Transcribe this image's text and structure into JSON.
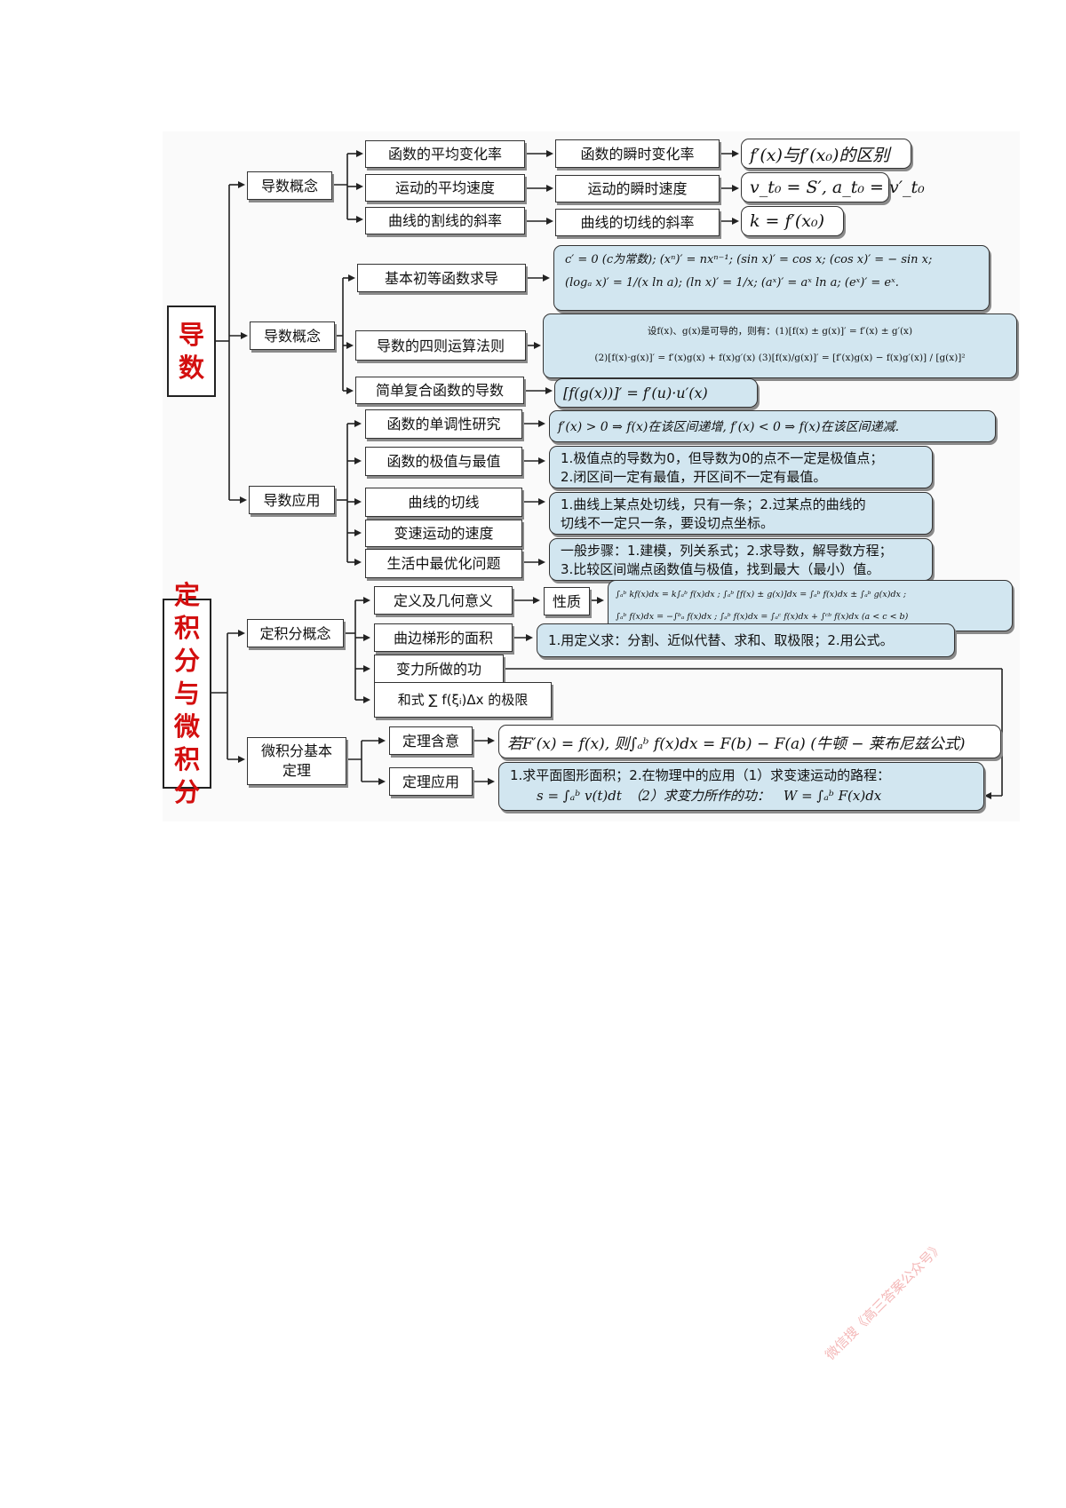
{
  "root_derivative": "导 数",
  "root_integral": "定积分与微积分",
  "branch": {
    "concept1": "导数概念",
    "concept2": "导数概念",
    "application": "导数应用",
    "integral_concept": "定积分概念",
    "fundamental_theorem": "微积分基本定理"
  },
  "leaf": {
    "avg_rate": "函数的平均变化率",
    "avg_speed": "运动的平均速度",
    "secant_slope": "曲线的割线的斜率",
    "inst_rate": "函数的瞬时变化率",
    "inst_speed": "运动的瞬时速度",
    "tangent_slope": "曲线的切线的斜率",
    "basic_derivs": "基本初等函数求导",
    "four_rules": "导数的四则运算法则",
    "composite": "简单复合函数的导数",
    "monotonic": "函数的单调性研究",
    "extrema": "函数的极值与最值",
    "tangent_line": "曲线的切线",
    "variable_speed": "变速运动的速度",
    "optimization": "生活中最优化问题",
    "definition": "定义及几何意义",
    "property": "性质",
    "trapezoid_area": "曲边梯形的面积",
    "variable_force": "变力所做的功",
    "riemann_sum": "和式 ∑ f(ξᵢ)Δx 的极限",
    "theorem_meaning": "定理含意",
    "theorem_application": "定理应用"
  },
  "formula": {
    "distinction": "f′(x)与f′(x₀)的区别",
    "velocity": "v_t₀ = S′, a_t₀ = v′_t₀",
    "slope": "k = f′(x₀)",
    "basic_line1": "c′ = 0 (c为常数); (xⁿ)′ = nxⁿ⁻¹; (sin x)′ = cos x; (cos x)′ = − sin x;",
    "basic_line2": "(logₐ x)′ = 1/(x ln a); (ln x)′ = 1/x; (aˣ)′ = aˣ ln a; (eˣ)′ = eˣ.",
    "rules_line1": "设f(x)、g(x)是可导的，则有：(1)[f(x) ± g(x)]′ = f′(x) ± g′(x)",
    "rules_line2": "(2)[f(x)·g(x)]′ = f′(x)g(x) + f(x)g′(x)  (3)[f(x)/g(x)]′ = [f′(x)g(x) − f(x)g′(x)] / [g(x)]²",
    "chain": "[f(g(x))]′ = f′(u)·u′(x)",
    "monotonic": "f′(x) > 0 ⇒ f(x)在该区间递增, f′(x) < 0 ⇒ f(x)在该区间递减.",
    "integral_prop1": "∫ₐᵇ kf(x)dx = k∫ₐᵇ f(x)dx ; ∫ₐᵇ [f(x) ± g(x)]dx = ∫ₐᵇ f(x)dx ± ∫ₐᵇ g(x)dx ;",
    "integral_prop2": "∫ₐᵇ f(x)dx = −∫ᵇₐ f(x)dx ; ∫ₐᵇ f(x)dx = ∫ₐᶜ f(x)dx + ∫ᶜᵇ f(x)dx (a < c < b)",
    "newton_leibniz": "若F′(x) = f(x), 则∫ₐᵇ f(x)dx = F(b) − F(a) (牛顿 − 莱布尼兹公式)"
  },
  "note": {
    "extrema_1": "1.极值点的导数为0，但导数为0的点不一定是极值点；",
    "extrema_2": "2.闭区间一定有最值，开区间不一定有最值。",
    "tangent_1": "1.曲线上某点处切线，只有一条；2.过某点的曲线的",
    "tangent_2": "切线不一定只一条，要设切点坐标。",
    "optim_1": "一般步骤：1.建模，列关系式；2.求导数，解导数方程；",
    "optim_2": "3.比较区间端点函数值与极值，找到最大（最小）值。",
    "area": "1.用定义求：分割、近似代替、求和、取极限；2.用公式。",
    "theorem_1": "1.求平面图形面积；2.在物理中的应用（1）求变速运动的路程：",
    "theorem_2": "s = ∫ₐᵇ v(t)dt　（2）求变力所作的功：　W = ∫ₐᵇ F(x)dx"
  },
  "watermark": "微信搜《高三答案公众号》"
}
